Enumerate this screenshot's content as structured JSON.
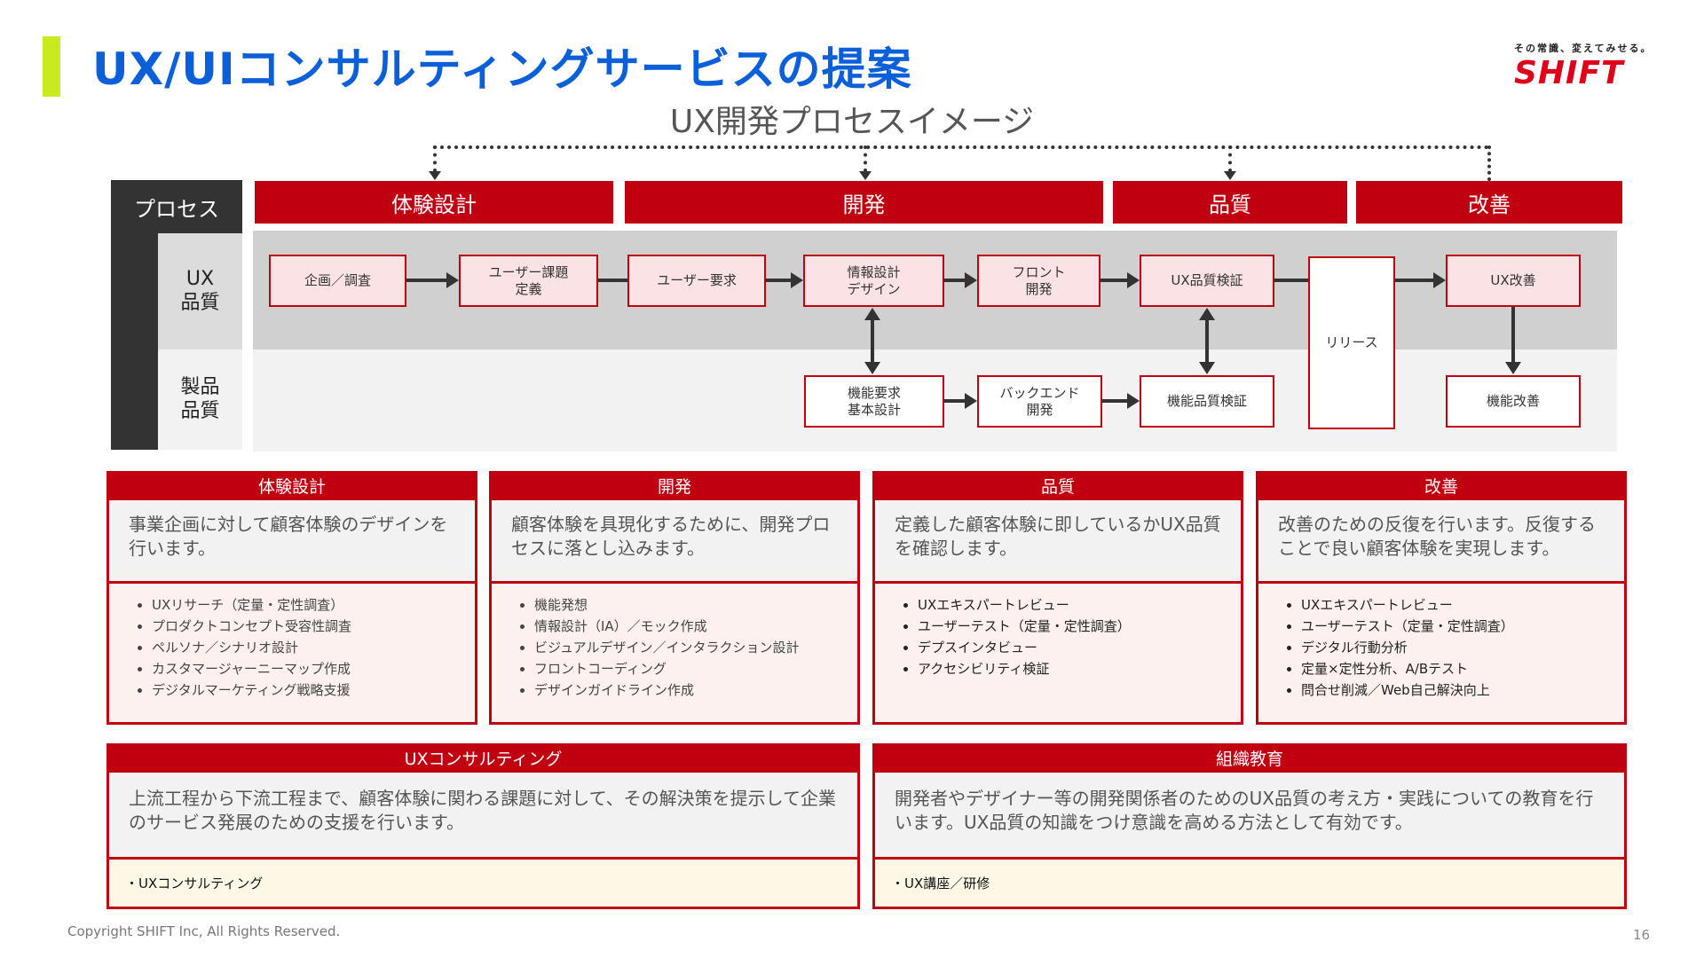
{
  "header": {
    "title": "UX/UIコンサルティングサービスの提案",
    "logo_tagline": "その常識、変えてみせる。",
    "logo_text": "SHIFT"
  },
  "diagram": {
    "subtitle": "UX開発プロセスイメージ",
    "process_label": "プロセス",
    "row_labels": {
      "ux": "UX\n品質",
      "product": "製品\n品質"
    },
    "phases": [
      "体験設計",
      "開発",
      "品質",
      "改善"
    ],
    "ux_boxes": [
      "企画／調査",
      "ユーザー課題\n定義",
      "ユーザー要求",
      "情報設計\nデザイン",
      "フロント\n開発",
      "UX品質検証",
      "UX改善"
    ],
    "release_box": "リリース",
    "product_boxes": [
      "機能要求\n基本設計",
      "バックエンド\n開発",
      "機能品質検証",
      "機能改善"
    ]
  },
  "cards": [
    {
      "header": "体験設計",
      "description": "事業企画に対して顧客体験のデザインを行います。",
      "items": [
        "UXリサーチ（定量・定性調査）",
        "プロダクトコンセプト受容性調査",
        "ペルソナ／シナリオ設計",
        "カスタマージャーニーマップ作成",
        "デジタルマーケティング戦略支援"
      ]
    },
    {
      "header": "開発",
      "description": "顧客体験を具現化するために、開発プロセスに落とし込みます。",
      "items": [
        "機能発想",
        "情報設計（IA）／モック作成",
        "ビジュアルデザイン／インタラクション設計",
        "フロントコーディング",
        "デザインガイドライン作成"
      ]
    },
    {
      "header": "品質",
      "description": "定義した顧客体験に即しているかUX品質を確認します。",
      "items": [
        "UXエキスパートレビュー",
        "ユーザーテスト（定量・定性調査）",
        "デプスインタビュー",
        "アクセシビリティ検証"
      ]
    },
    {
      "header": "改善",
      "description": "改善のための反復を行います。反復することで良い顧客体験を実現します。",
      "items": [
        "UXエキスパートレビュー",
        "ユーザーテスト（定量・定性調査）",
        "デジタル行動分析",
        "定量×定性分析、A/Bテスト",
        "問合せ削減／Web自己解決向上"
      ]
    }
  ],
  "bottom_cards": [
    {
      "header": "UXコンサルティング",
      "description": "上流工程から下流工程まで、顧客体験に関わる課題に対して、その解決策を提示して企業のサービス発展のための支援を行います。",
      "item": "・UXコンサルティング"
    },
    {
      "header": "組織教育",
      "description": "開発者やデザイナー等の開発関係者のためのUX品質の考え方・実践についての教育を行います。UX品質の知識をつけ意識を高める方法として有効です。",
      "item": "・UX講座／研修"
    }
  ],
  "footer": {
    "copyright": "Copyright SHIFT Inc, All Rights Reserved.",
    "page_number": "16"
  },
  "colors": {
    "brand_red": "#c00010",
    "title_blue": "#0b5fd8",
    "accent_lime": "#c8ea1e"
  }
}
